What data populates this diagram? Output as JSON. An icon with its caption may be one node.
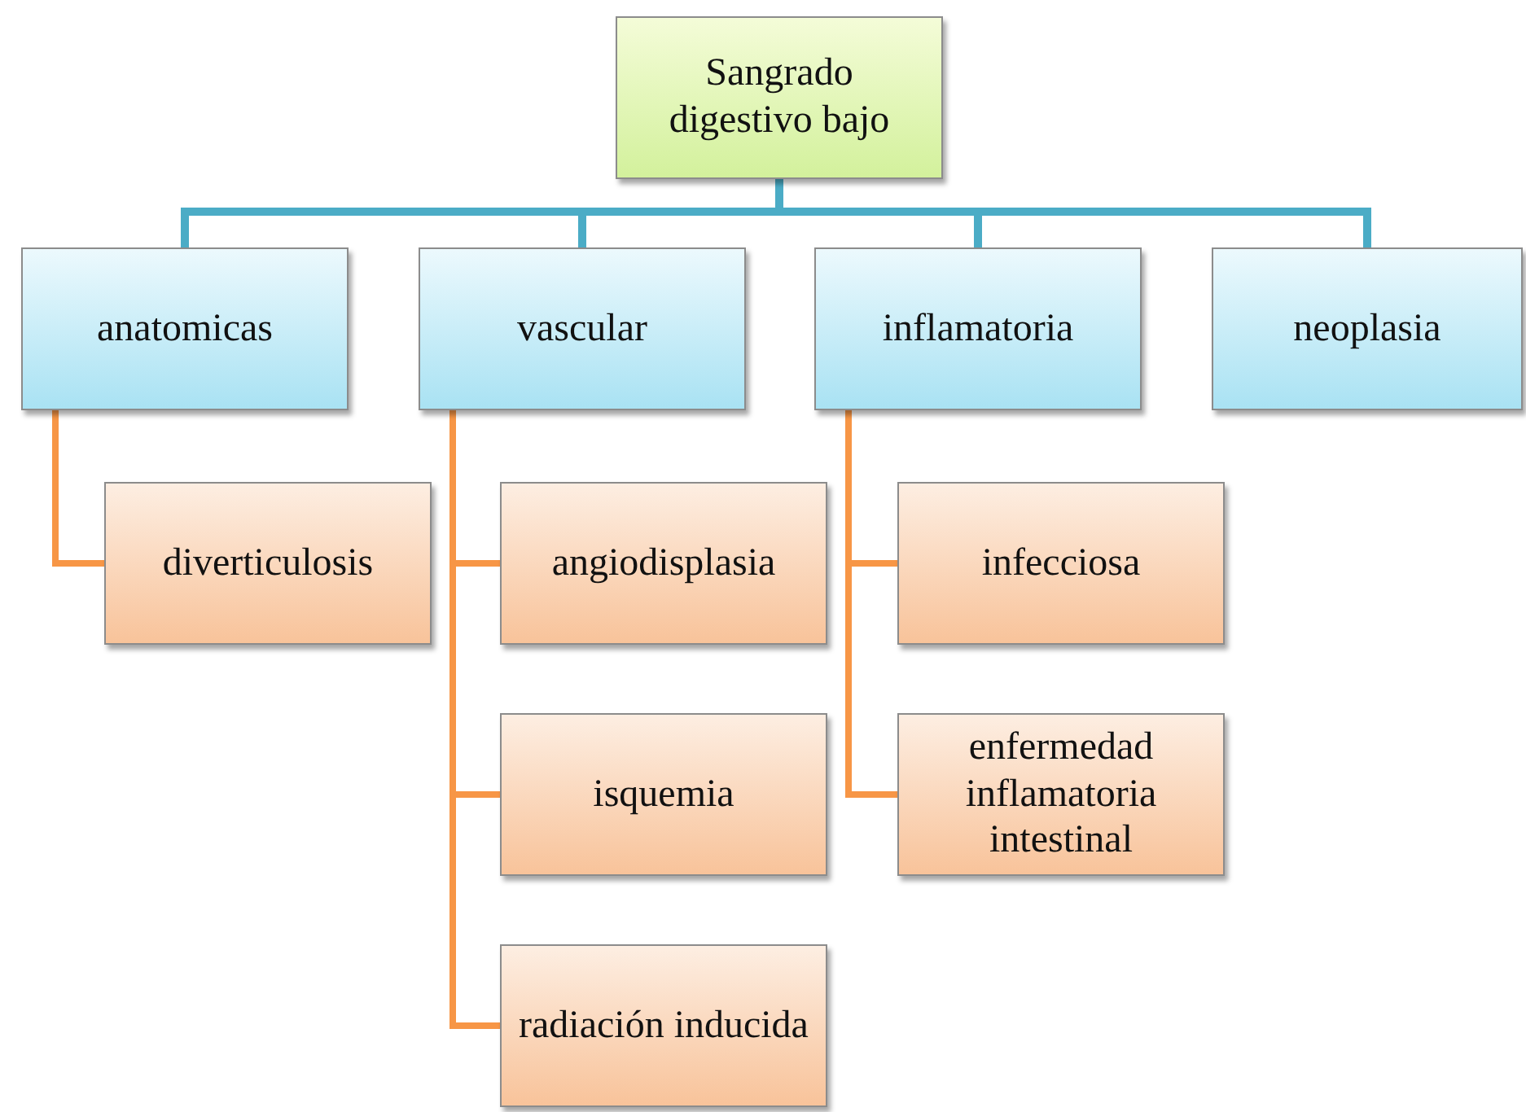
{
  "diagram": {
    "nodes": [
      {
        "text": [
          "Sangrado digestivo bajo"
        ]
      },
      {
        "text": [
          "anatomicas"
        ]
      },
      {
        "text": [
          "vascular"
        ]
      },
      {
        "text": [
          "inflamatoria"
        ]
      },
      {
        "text": [
          "neoplasia"
        ]
      },
      {
        "text": [
          "diverticulosis"
        ]
      },
      {
        "text": [
          "angiodisplasia"
        ]
      },
      {
        "text": [
          "isquemia"
        ]
      },
      {
        "text": [
          "radiación inducida"
        ]
      },
      {
        "text": [
          "infecciosa"
        ]
      },
      {
        "text": [
          "enfermedad inflamatoria intestinal"
        ]
      }
    ],
    "edges": [
      {
        "from": 0,
        "to": 1,
        "arrow": "none",
        "color": "#4bacc6"
      },
      {
        "from": 0,
        "to": 2,
        "arrow": "none",
        "color": "#4bacc6"
      },
      {
        "from": 0,
        "to": 3,
        "arrow": "none",
        "color": "#4bacc6"
      },
      {
        "from": 0,
        "to": 4,
        "arrow": "none",
        "color": "#4bacc6"
      },
      {
        "from": 1,
        "to": 5,
        "arrow": "none"
      },
      {
        "from": 2,
        "to": 6,
        "arrow": "none"
      },
      {
        "from": 2,
        "to": 7,
        "arrow": "none"
      },
      {
        "from": 2,
        "to": 8,
        "arrow": "none"
      },
      {
        "from": 3,
        "to": 9,
        "arrow": "none"
      },
      {
        "from": 3,
        "to": 10,
        "arrow": "none"
      }
    ]
  }
}
